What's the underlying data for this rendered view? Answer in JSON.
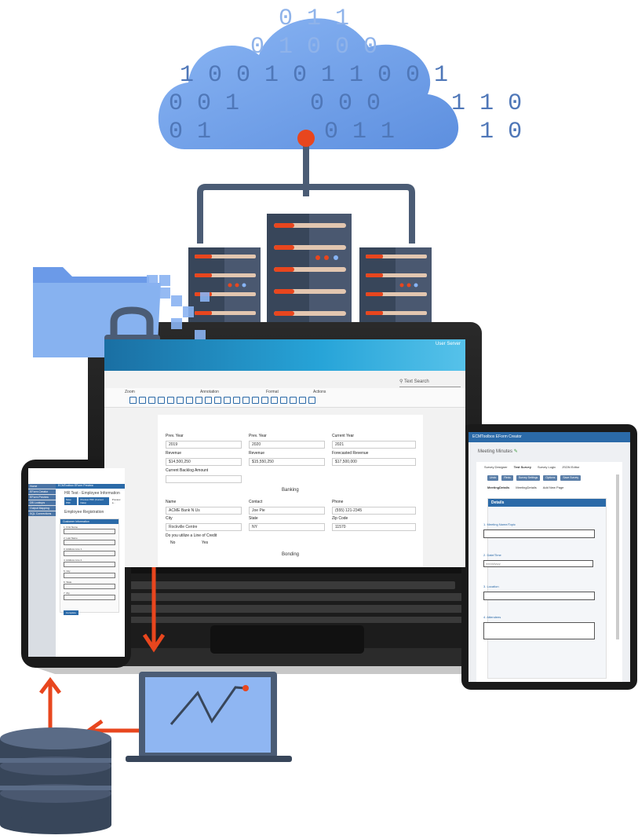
{
  "cloud": {
    "binary_rows": [
      "0 1 1",
      "0 1 0 0 0",
      "1 0 0 1 0 1 1 0 0 1",
      "0 0 1     0 0 0     1 1 0",
      "0 1        0 1 1      1 0"
    ]
  },
  "laptop": {
    "user_label": "User Server",
    "search_placeholder": "Text Search",
    "toolbar_groups": [
      "Zoom",
      "Annotation",
      "Format",
      "Actions"
    ],
    "form": {
      "row1_labels": [
        "Prev. Year",
        "Prev. Year",
        "Current Year"
      ],
      "row1_values": [
        "2019",
        "2020",
        "2021"
      ],
      "row2_labels": [
        "Revenue",
        "Revenue",
        "Forecasted Revenue"
      ],
      "row2_values": [
        "$14,500,250",
        "$15,550,250",
        "$17,500,000"
      ],
      "current_backlog_label": "Current Backlog Amount",
      "banking_title": "Banking",
      "row3_labels": [
        "Name",
        "Contact",
        "Phone"
      ],
      "row3_values": [
        "ACME Bank N Us",
        "Joe Pie",
        "(555) 121-2345"
      ],
      "row4_labels": [
        "City",
        "State",
        "Zip Code"
      ],
      "row4_values": [
        "Rockville Centre",
        "NY",
        "11570"
      ],
      "credit_question": "Do you utilize a Line of Credit",
      "credit_options": [
        "No",
        "Yes"
      ],
      "bonding_title": "Bonding"
    }
  },
  "phone": {
    "header": "ECMToolbox EForm Preview",
    "sidebar": [
      "Home",
      "EForm Creator",
      "EForm Preview",
      "DB Lookups",
      "Output Mapping",
      "SQL Connections"
    ],
    "page_title": "HR Test - Employee Information",
    "buttons": [
      "Save PDF",
      "Preview PDF (Current Data)",
      "Preview a..."
    ],
    "section_title": "Employee Registration",
    "form_header": "Customer Information",
    "fields": [
      "1. First Name",
      "2. Last Name",
      "3. Address Line 1",
      "4. Address Line 2",
      "5. City",
      "6. State",
      "7. Zip"
    ],
    "complete_button": "Complete"
  },
  "tablet": {
    "app_title": "ECMToolbox EForm Creator",
    "doc_title": "Meeting Minutes",
    "tabs": [
      "Survey Designer",
      "Test Survey",
      "Survey Logic",
      "JSON Editor"
    ],
    "buttons": [
      "Undo",
      "Redo",
      "Survey Settings",
      "Options",
      "Save Survey"
    ],
    "page_tabs": [
      "MeetingDetails",
      "MeetingDetails",
      "Add New Page"
    ],
    "panel_title": "Details",
    "questions": [
      "1. Meeting Name/Topic",
      "2. Date/Time",
      "3. Location",
      "4. Attendees"
    ],
    "date_placeholder": "mm/dd/yyyy"
  },
  "colors": {
    "cloud": "#7aaaf0",
    "server_dark": "#38465a",
    "accent_orange": "#e8461e",
    "brand_blue": "#2b6aa8"
  }
}
